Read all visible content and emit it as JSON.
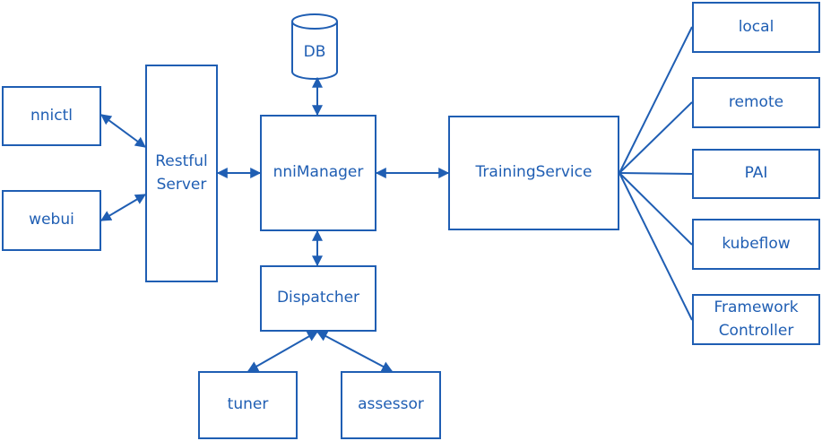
{
  "nodes": {
    "db": "DB",
    "nnictl": "nnictl",
    "webui": "webui",
    "restful": "Restful Server",
    "nnimanager": "nniManager",
    "training": "TrainingService",
    "dispatcher": "Dispatcher",
    "tuner": "tuner",
    "assessor": "assessor",
    "local": "local",
    "remote": "remote",
    "pai": "PAI",
    "kubeflow": "kubeflow",
    "framework": "Framework Controller"
  },
  "colors": {
    "stroke": "#1f5eb3",
    "text": "#1f5eb3",
    "background": "#ffffff"
  }
}
